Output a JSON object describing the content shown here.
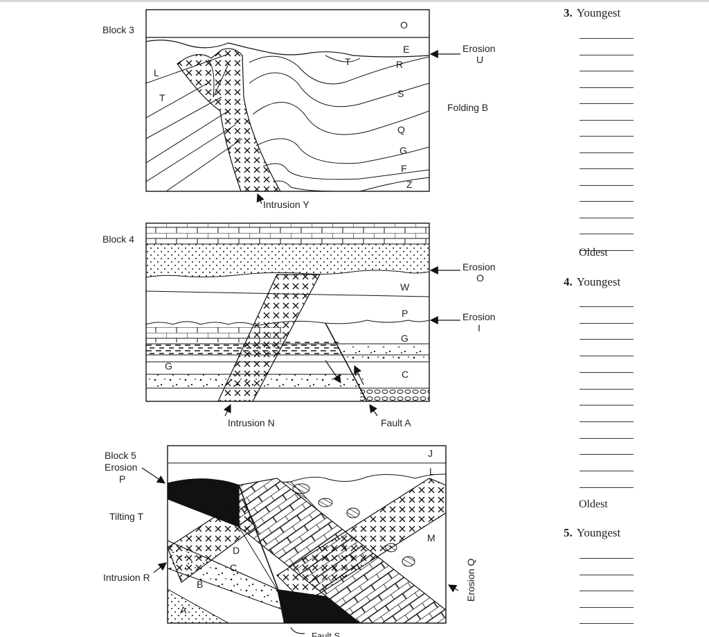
{
  "block3": {
    "title": "Block 3",
    "layers": [
      "O",
      "E",
      "R",
      "T",
      "S",
      "Q",
      "G",
      "F",
      "Z",
      "L",
      "T"
    ],
    "erosion": "Erosion",
    "erosion_id": "U",
    "folding": "Folding B",
    "intrusion": "Intrusion Y"
  },
  "block4": {
    "title": "Block 4",
    "layers": [
      "W",
      "P",
      "G",
      "C",
      "G"
    ],
    "erosion_top": "Erosion",
    "erosion_top_id": "O",
    "erosion_mid": "Erosion",
    "erosion_mid_id": "I",
    "intrusion": "Intrusion N",
    "fault": "Fault A"
  },
  "block5": {
    "title": "Block 5",
    "erosion_left": "Erosion",
    "erosion_left_id": "P",
    "tilting": "Tilting T",
    "intrusion": "Intrusion R",
    "erosion_right": "Erosion Q",
    "fault": "Fault S",
    "layers": [
      "J",
      "L",
      "M",
      "D",
      "C",
      "B",
      "A"
    ]
  },
  "answers": [
    {
      "number": "3.",
      "youngest": "Youngest",
      "oldest": "Oldest",
      "blanks": 14
    },
    {
      "number": "4.",
      "youngest": "Youngest",
      "oldest": "Oldest",
      "blanks": 12
    },
    {
      "number": "5.",
      "youngest": "Youngest",
      "blanks": 5
    }
  ]
}
